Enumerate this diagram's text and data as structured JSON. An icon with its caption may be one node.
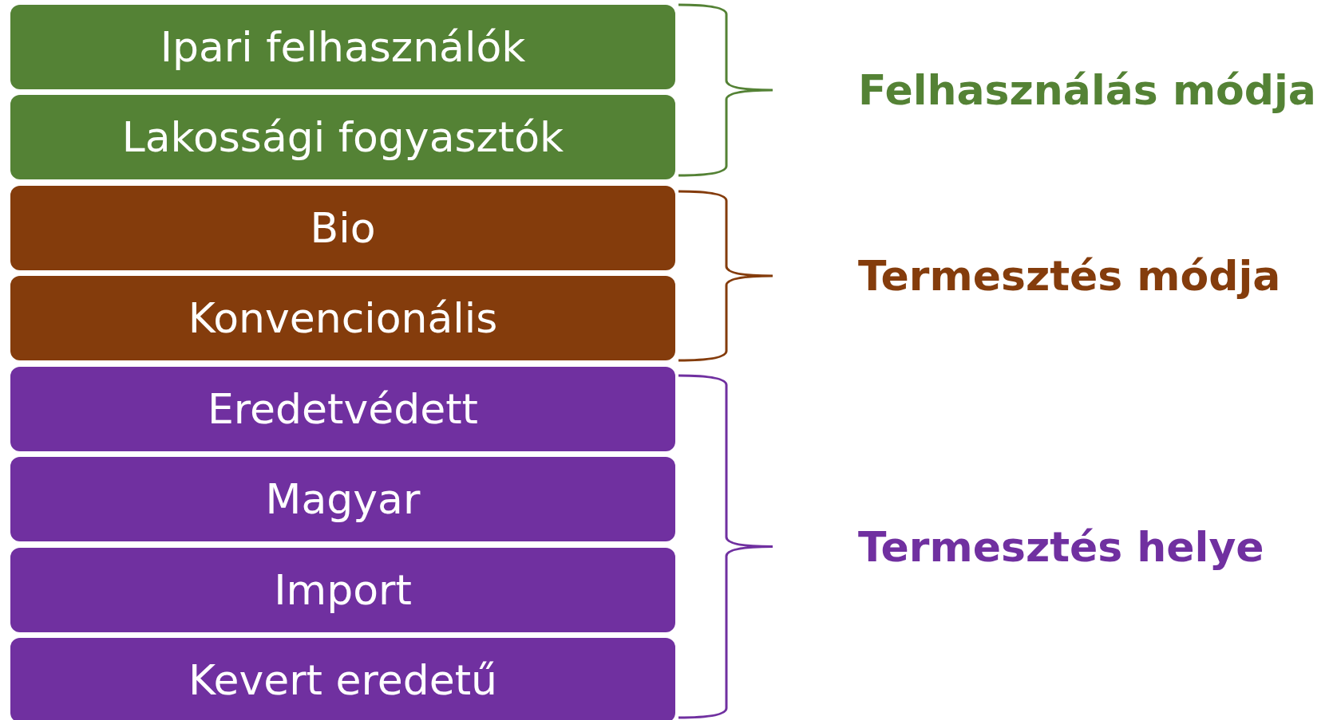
{
  "diagram": {
    "nodes": [
      {
        "text": [
          "Ipari felhasználók"
        ]
      },
      {
        "text": [
          "Lakossági fogyasztók"
        ]
      },
      {
        "text": [
          "Bio"
        ]
      },
      {
        "text": [
          "Konvencionális"
        ]
      },
      {
        "text": [
          "Eredetvédett"
        ]
      },
      {
        "text": [
          "Magyar"
        ]
      },
      {
        "text": [
          "Import"
        ]
      },
      {
        "text": [
          "Kevert eredetű"
        ]
      }
    ],
    "labels": [
      "Felhasználás módja",
      "Termesztés módja",
      "Termesztés helye"
    ]
  }
}
